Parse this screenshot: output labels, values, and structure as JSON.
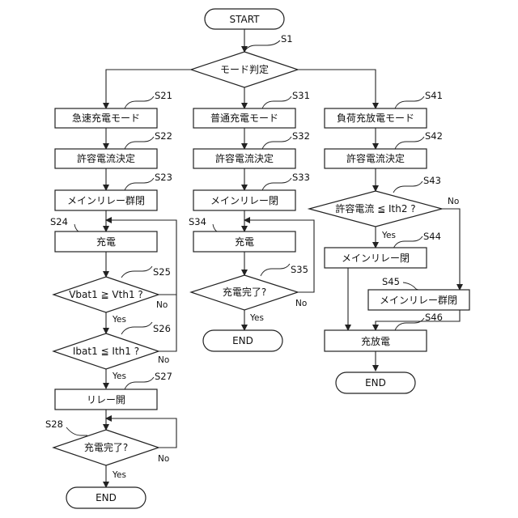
{
  "start": "START",
  "steps": {
    "s1": "S1",
    "s21": "S21",
    "s22": "S22",
    "s23": "S23",
    "s24": "S24",
    "s25": "S25",
    "s26": "S26",
    "s27": "S27",
    "s28": "S28",
    "s31": "S31",
    "s32": "S32",
    "s33": "S33",
    "s34": "S34",
    "s35": "S35",
    "s41": "S41",
    "s42": "S42",
    "s43": "S43",
    "s44": "S44",
    "s45": "S45",
    "s46": "S46"
  },
  "mode_judge": "モード判定",
  "left": {
    "mode": "急速充電モード",
    "allow": "許容電流決定",
    "relay_close": "メインリレー群閉",
    "charge": "充電",
    "cond_v": "Vbat1 ≧ Vth1 ?",
    "cond_i": "Ibat1 ≦ Ith1 ?",
    "relay_open": "リレー開",
    "done": "充電完了?",
    "end": "END"
  },
  "middle": {
    "mode": "普通充電モード",
    "allow": "許容電流決定",
    "relay_close": "メインリレー閉",
    "charge": "充電",
    "done": "充電完了?",
    "end": "END"
  },
  "right": {
    "mode": "負荷充放電モード",
    "allow": "許容電流決定",
    "cond": "許容電流 ≦ Ith2 ?",
    "relay_close": "メインリレー閉",
    "relay_group_close": "メインリレー群閉",
    "discharge": "充放電",
    "end": "END"
  },
  "yes": "Yes",
  "no": "No"
}
